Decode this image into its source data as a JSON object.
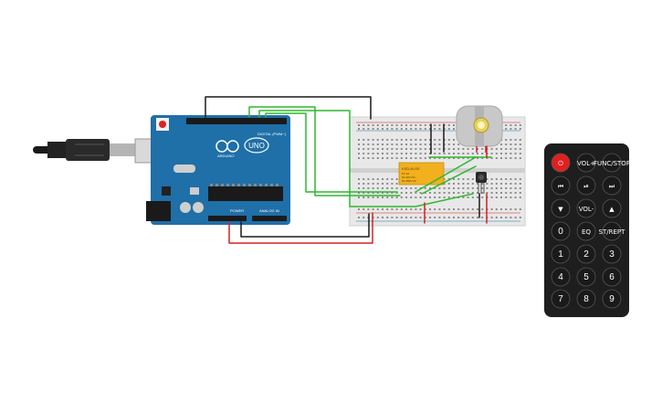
{
  "arduino": {
    "brand": "ARDUINO",
    "model": "UNO",
    "digital_label": "DIGITAL (PWM~)",
    "power_label": "POWER",
    "analog_label": "ANALOG IN"
  },
  "relay": {
    "label_main": "KSD-M-SS",
    "label_sub1": "5V 1A",
    "label_sub2": "6A 30V DC",
    "label_sub3": "5A 250V AC"
  },
  "remote": {
    "buttons": [
      {
        "id": "power",
        "label": "⏻",
        "color": "#e02020"
      },
      {
        "id": "vol-up",
        "label": "VOL+",
        "color": "#1a1a1a"
      },
      {
        "id": "func-stop",
        "label": "FUNC/STOP",
        "color": "#1a1a1a"
      },
      {
        "id": "prev",
        "label": "⏮",
        "color": "#1a1a1a"
      },
      {
        "id": "play-pause",
        "label": "⏯",
        "color": "#1a1a1a"
      },
      {
        "id": "next",
        "label": "⏭",
        "color": "#1a1a1a"
      },
      {
        "id": "down",
        "label": "▼",
        "color": "#1a1a1a"
      },
      {
        "id": "vol-down",
        "label": "VOL-",
        "color": "#1a1a1a"
      },
      {
        "id": "up",
        "label": "▲",
        "color": "#1a1a1a"
      },
      {
        "id": "zero",
        "label": "0",
        "color": "#1a1a1a"
      },
      {
        "id": "eq",
        "label": "EQ",
        "color": "#1a1a1a"
      },
      {
        "id": "st-rept",
        "label": "ST/REPT",
        "color": "#1a1a1a"
      },
      {
        "id": "one",
        "label": "1",
        "color": "#1a1a1a"
      },
      {
        "id": "two",
        "label": "2",
        "color": "#1a1a1a"
      },
      {
        "id": "three",
        "label": "3",
        "color": "#1a1a1a"
      },
      {
        "id": "four",
        "label": "4",
        "color": "#1a1a1a"
      },
      {
        "id": "five",
        "label": "5",
        "color": "#1a1a1a"
      },
      {
        "id": "six",
        "label": "6",
        "color": "#1a1a1a"
      },
      {
        "id": "seven",
        "label": "7",
        "color": "#1a1a1a"
      },
      {
        "id": "eight",
        "label": "8",
        "color": "#1a1a1a"
      },
      {
        "id": "nine",
        "label": "9",
        "color": "#1a1a1a"
      }
    ]
  },
  "colors": {
    "arduino_board": "#1f6fa8",
    "breadboard": "#e8e8e8",
    "wire_green": "#2eb82e",
    "wire_black": "#1a1a1a",
    "wire_red": "#d62020",
    "relay": "#f2b01e",
    "motor": "#c8c8c8",
    "remote_body": "#1e1e1e"
  }
}
